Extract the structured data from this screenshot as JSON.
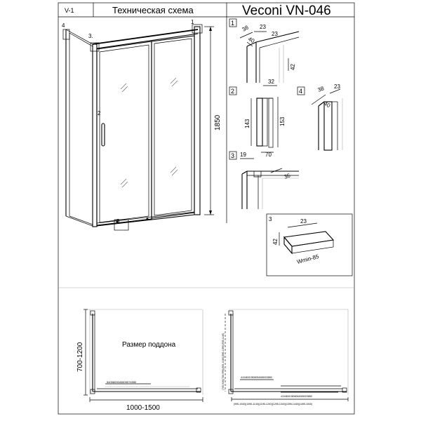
{
  "header": {
    "version": "V-1",
    "title": "Техническая схема",
    "model": "Veconi VN-046"
  },
  "front_view": {
    "callouts": [
      "1",
      "2",
      "3",
      "4",
      "3."
    ],
    "height_label": "1850"
  },
  "details": {
    "d1": {
      "number": "1",
      "dims": [
        "38",
        "23",
        "23",
        "40",
        "42"
      ]
    },
    "d2": {
      "number": "2",
      "dims": [
        "32",
        "143",
        "153",
        "70"
      ]
    },
    "d3": {
      "number": "3",
      "dims": [
        "19",
        "36"
      ]
    },
    "d4": {
      "number": "4",
      "dims": [
        "38",
        "23",
        "40"
      ]
    },
    "d5": {
      "number": "3",
      "dims": [
        "23",
        "42",
        "Wmin-85"
      ]
    }
  },
  "plan_left": {
    "depth_label": "700-1200",
    "width_label": "1000-1500",
    "tray_label": "Размер поддона",
    "door_scale": "5405809040809074550"
  },
  "plan_right": {
    "top_scale": "41046010506054065003880",
    "bottom_scale": "41046010506064065003880",
    "side_scale": "(705-946)(756-996)(805-1046)(856-1096)(905-1146)",
    "bottom_ranges": "(995-1040)(1095-1140)(1195-1240)(1295-1340)(1395-1440)(1495-1540)"
  }
}
